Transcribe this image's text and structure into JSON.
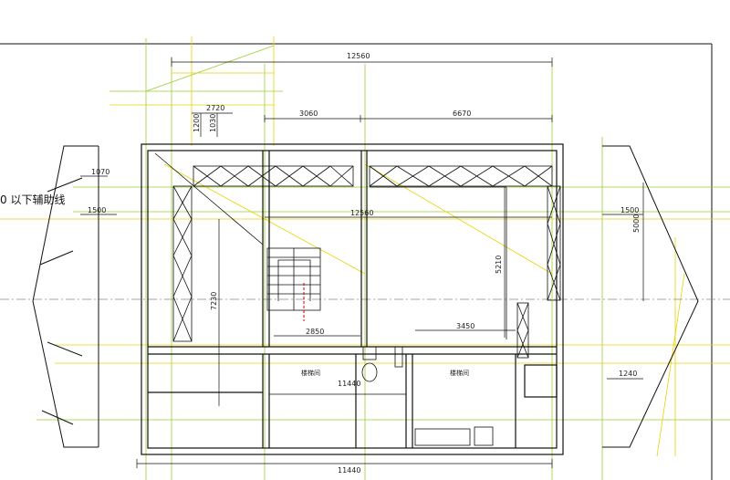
{
  "drawing": {
    "note": "0 以下辅助线",
    "dimensions": {
      "overall_top": "12560",
      "overall_mid": "12560",
      "overall_bottom": "11440",
      "inner_bottom": "11440",
      "seg_3060": "3060",
      "seg_6670": "6670",
      "seg_2720": "2720",
      "seg_1200": "1200",
      "seg_1030": "1030",
      "left_1070": "1070",
      "left_1500": "1500",
      "right_1500": "1500",
      "right_5000": "5000",
      "right_1240": "1240",
      "v_7230": "7230",
      "v_5210": "5210",
      "h_2850": "2850",
      "h_3450": "3450"
    },
    "rooms": {
      "left_room_label": "楼梯间",
      "right_room_label": "楼梯间"
    },
    "colors": {
      "ink": "#111111",
      "guide_green": "#9acd32",
      "guide_yellow": "#e6d200",
      "axis_gray": "#888888",
      "marker_red": "#d00000"
    }
  }
}
